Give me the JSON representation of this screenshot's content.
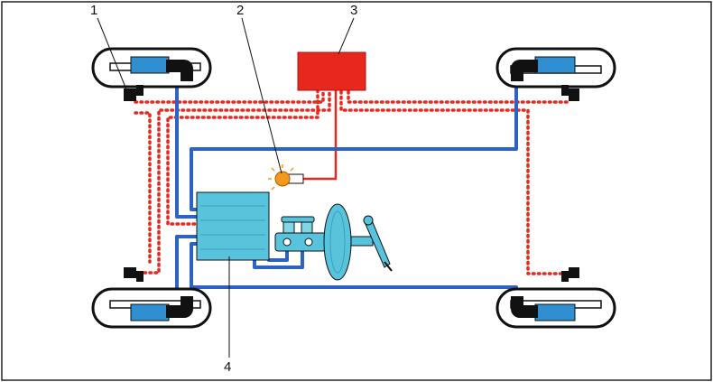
{
  "callouts": {
    "label_1": "1",
    "label_2": "2",
    "label_3": "3",
    "label_4": "4"
  },
  "colors": {
    "frame": "#ffffff",
    "hydraulic_line": "#2b62c4",
    "electrical_line": "#e8281e",
    "control_unit": "#e8281e",
    "hydraulic_unit": "#57c3dc",
    "hub": "#2f8fd0",
    "warning_lamp": "#f39a1c"
  }
}
